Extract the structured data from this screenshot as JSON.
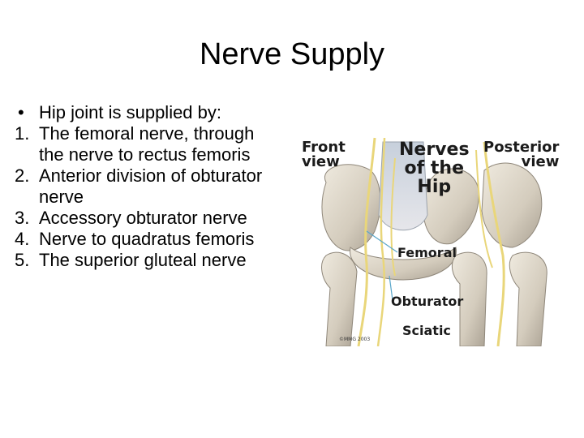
{
  "slide": {
    "title": "Nerve Supply",
    "bullet": {
      "marker": "•",
      "text": "Hip joint is supplied by:"
    },
    "items": [
      {
        "marker": "1.",
        "text": "The femoral nerve, through the nerve to rectus femoris"
      },
      {
        "marker": "2.",
        "text": "Anterior division of obturator nerve"
      },
      {
        "marker": "3.",
        "text": "Accessory obturator nerve"
      },
      {
        "marker": "4.",
        "text": "Nerve to quadratus femoris"
      },
      {
        "marker": "5.",
        "text": "The superior gluteal nerve"
      }
    ]
  },
  "figure": {
    "front_view": "Front\nview",
    "title": "Nerves\nof the\nHip",
    "posterior_view": "Posterior\nview",
    "femoral": "Femoral",
    "obturator": "Obturator",
    "sciatic": "Sciatic",
    "copyright": "©MMG 2003"
  }
}
